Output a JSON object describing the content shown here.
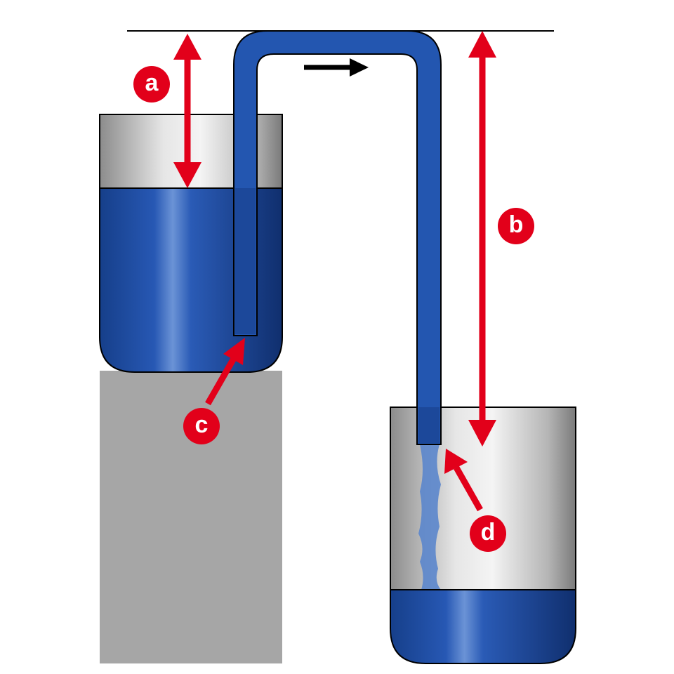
{
  "diagram": {
    "subject": "siphon",
    "labels": {
      "a": "a",
      "b": "b",
      "c": "c",
      "d": "d"
    },
    "colors": {
      "water": "#1f4fa8",
      "water_light": "#5b86cc",
      "arrow_red": "#e2001a",
      "support_block": "#a6a6a6",
      "flow_arrow": "#000000"
    }
  }
}
